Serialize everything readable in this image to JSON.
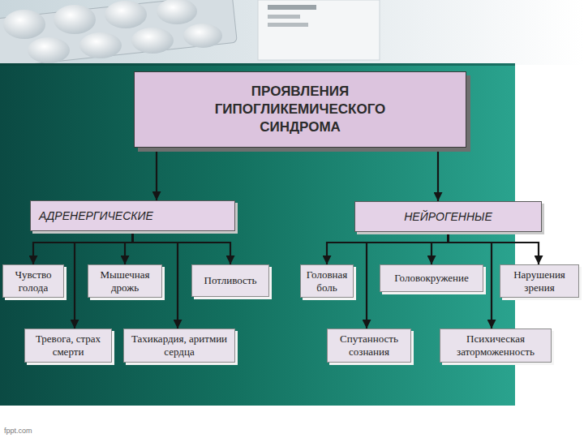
{
  "diagram": {
    "nodes": [
      {
        "text": [
          "ПРОЯВЛЕНИЯ ГИПОГЛИКЕМИЧЕСКОГО СИНДРОМА"
        ]
      },
      {
        "text": [
          "АДРЕНЕРГИЧЕСКИЕ"
        ]
      },
      {
        "text": [
          "НЕЙРОГЕННЫЕ"
        ]
      },
      {
        "text": [
          "Чувство голода"
        ]
      },
      {
        "text": [
          "Мышечная дрожь"
        ]
      },
      {
        "text": [
          "Потливость"
        ]
      },
      {
        "text": [
          "Тревога, страх смерти"
        ]
      },
      {
        "text": [
          "Тахикардия, аритмии сердца"
        ]
      },
      {
        "text": [
          "Головная боль"
        ]
      },
      {
        "text": [
          "Головокружение"
        ]
      },
      {
        "text": [
          "Нарушения зрения"
        ]
      },
      {
        "text": [
          "Спутанность сознания"
        ]
      },
      {
        "text": [
          "Психическая заторможенность"
        ]
      }
    ],
    "edges": [
      {
        "from": 0,
        "to": 1,
        "arrow": "to"
      },
      {
        "from": 0,
        "to": 2,
        "arrow": "to"
      },
      {
        "from": 1,
        "to": 3,
        "arrow": "to"
      },
      {
        "from": 1,
        "to": 4,
        "arrow": "to"
      },
      {
        "from": 1,
        "to": 5,
        "arrow": "to"
      },
      {
        "from": 1,
        "to": 6,
        "arrow": "to"
      },
      {
        "from": 1,
        "to": 7,
        "arrow": "to"
      },
      {
        "from": 2,
        "to": 8,
        "arrow": "to"
      },
      {
        "from": 2,
        "to": 9,
        "arrow": "to"
      },
      {
        "from": 2,
        "to": 10,
        "arrow": "to"
      },
      {
        "from": 2,
        "to": 11,
        "arrow": "to"
      },
      {
        "from": 2,
        "to": 12,
        "arrow": "to"
      }
    ],
    "labels": [
      "fppt.com"
    ]
  }
}
